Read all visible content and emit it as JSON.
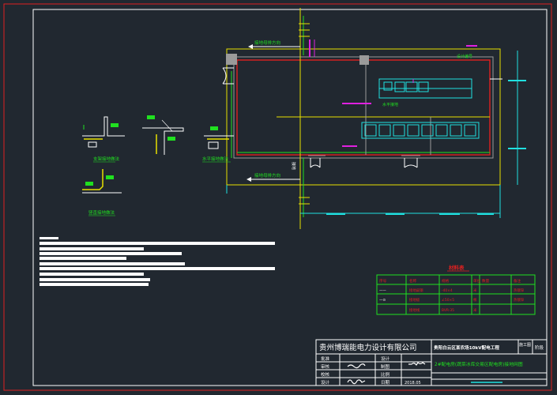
{
  "colors": {
    "background": "#212830",
    "frame": "#e02020",
    "white": "#ffffff",
    "yellow": "#e8e000",
    "green": "#20e020",
    "cyan": "#20e0e0",
    "magenta": "#e020e0",
    "gray": "#9a9a9a"
  },
  "plan": {
    "label_top": "接地母排方向",
    "label_bottom": "接地母排方向",
    "label_mid": "水平接地",
    "label_left_vertical": "接地",
    "side_tag": "设计编号"
  },
  "details": {
    "detail1": "支架接地做法",
    "detail2": "水平接地做法",
    "detail3": "竖直接地做法"
  },
  "legend": {
    "title": "材料表",
    "headers": [
      "序号",
      "名称",
      "规格",
      "单位",
      "数量",
      "备注"
    ],
    "rows": [
      [
        "——",
        "接地扁钢",
        "-40×4",
        "米",
        "",
        "热镀锌"
      ],
      [
        "—⊙",
        "接地极",
        "∠50×5",
        "根",
        "",
        "热镀锌"
      ],
      [
        "",
        "接地线",
        "BVR-35",
        "米",
        "",
        ""
      ]
    ]
  },
  "title_block": {
    "company": "贵州博瑞能电力设计有限公司",
    "project": "贵阳白云区某农场10kV配电工程",
    "phase_label": "施工图",
    "phase": "阶段",
    "drawing_title": "2#配电房(蔬菜冰库交易区配电房)接地网图",
    "rows_left": [
      "批准",
      "审核",
      "校核",
      "设计"
    ],
    "rows_mid": [
      "设计",
      "制图",
      "比例",
      "日期"
    ],
    "date": "2018.05"
  }
}
